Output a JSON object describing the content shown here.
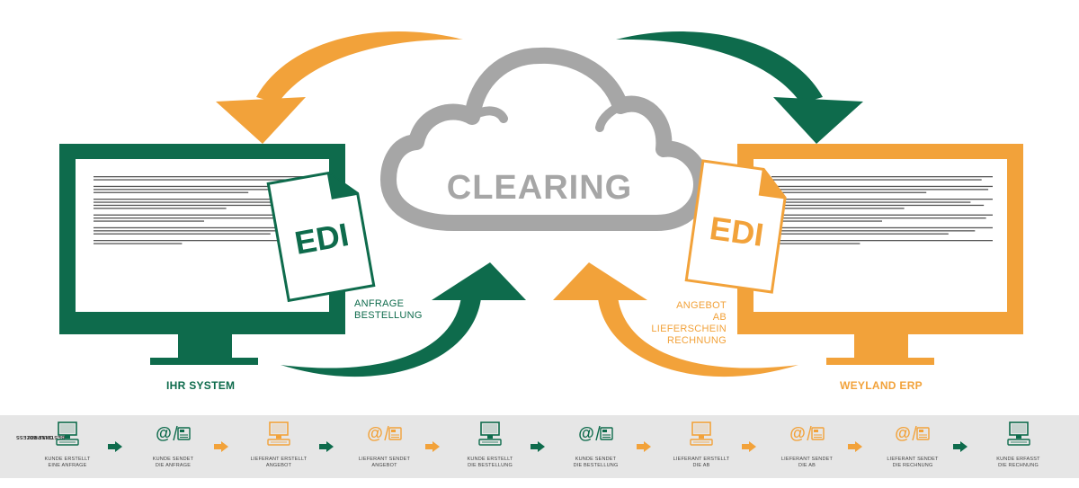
{
  "cloud_label": "CLEARING",
  "doc_label": "EDI",
  "left_system": {
    "label": "IHR SYSTEM",
    "flow_lines": [
      "ANFRAGE",
      "BESTELLUNG"
    ]
  },
  "right_system": {
    "label": "WEYLAND ERP",
    "flow_lines": [
      "ANGEBOT",
      "AB",
      "LIEFERSCHEIN",
      "RECHNUNG"
    ]
  },
  "strip": {
    "title_lines": [
      "BESTELLPROZESS",
      "OHNE EDI"
    ],
    "steps": [
      {
        "icon": "computer-icon",
        "color": "green",
        "lines": [
          "KUNDE ERSTELLT",
          "EINE ANFRAGE"
        ]
      },
      {
        "icon": "email-fax-icon",
        "color": "green",
        "lines": [
          "KUNDE SENDET",
          "DIE ANFRAGE"
        ]
      },
      {
        "icon": "computer-icon",
        "color": "orange",
        "lines": [
          "LIEFERANT ERSTELLT",
          "ANGEBOT"
        ]
      },
      {
        "icon": "email-fax-icon",
        "color": "orange",
        "lines": [
          "LIEFERANT SENDET",
          "ANGEBOT"
        ]
      },
      {
        "icon": "computer-icon",
        "color": "green",
        "lines": [
          "KUNDE ERSTELLT",
          "DIE BESTELLUNG"
        ]
      },
      {
        "icon": "email-fax-icon",
        "color": "green",
        "lines": [
          "KUNDE SENDET",
          "DIE BESTELLUNG"
        ]
      },
      {
        "icon": "computer-icon",
        "color": "orange",
        "lines": [
          "LIEFERANT ERSTELLT",
          "DIE AB"
        ]
      },
      {
        "icon": "email-fax-icon",
        "color": "orange",
        "lines": [
          "LIEFERANT SENDET",
          "DIE AB"
        ]
      },
      {
        "icon": "email-fax-icon",
        "color": "orange",
        "lines": [
          "LIEFERANT SENDET",
          "DIE RECHNUNG"
        ]
      },
      {
        "icon": "computer-icon",
        "color": "green",
        "lines": [
          "KUNDE ERFASST",
          "DIE RECHNUNG"
        ]
      }
    ],
    "arrow_colors": [
      "green",
      "orange",
      "green",
      "orange",
      "green",
      "orange",
      "orange",
      "orange",
      "green"
    ]
  },
  "colors": {
    "green": "#0e6b4c",
    "orange": "#f2a23a",
    "gray": "#a6a6a6"
  }
}
